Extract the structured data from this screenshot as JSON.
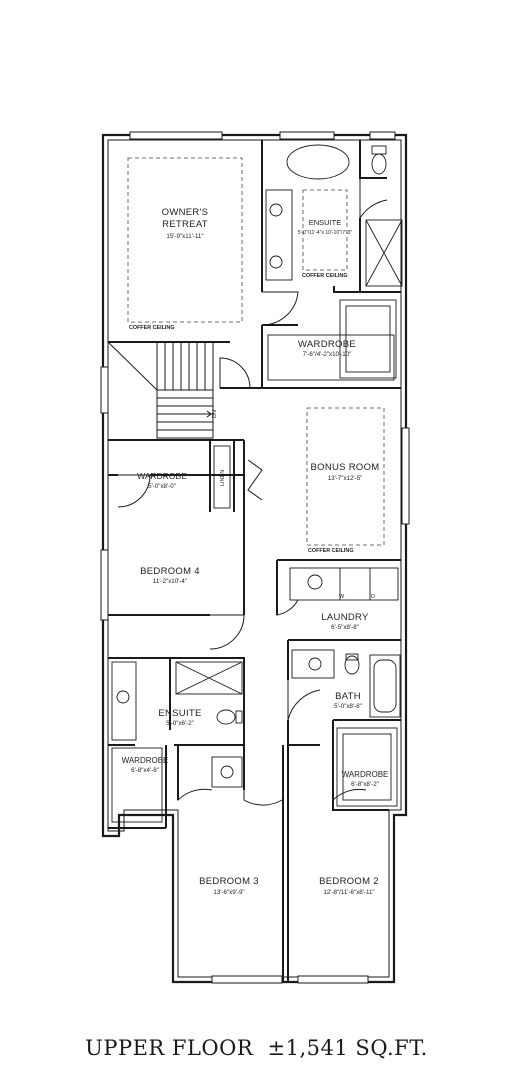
{
  "plan": {
    "caption": {
      "floor": "UPPER FLOOR",
      "area": "±1,541 SQ.FT."
    },
    "rooms": [
      {
        "key": "owners_retreat",
        "name_lines": [
          "OWNER'S",
          "RETREAT"
        ],
        "dims": "15'-9\"x11'-11\""
      },
      {
        "key": "ensuite_owner",
        "name_lines": [
          "ENSUITE"
        ],
        "dims": "5'-0\"/11'-4\"x 10'-10\"/7'-3\""
      },
      {
        "key": "wardrobe_owner",
        "name_lines": [
          "WARDROBE"
        ],
        "dims": "7'-6\"/4'-2\"x10'-10\""
      },
      {
        "key": "bonus_room",
        "name_lines": [
          "BONUS ROOM"
        ],
        "dims": "13'-7\"x12'-5\""
      },
      {
        "key": "wardrobe_bed4",
        "name_lines": [
          "WARDROBE"
        ],
        "dims": "5'-0\"x8'-0\""
      },
      {
        "key": "bedroom_4",
        "name_lines": [
          "BEDROOM 4"
        ],
        "dims": "11'-2\"x10'-4\""
      },
      {
        "key": "laundry",
        "name_lines": [
          "LAUNDRY"
        ],
        "dims": "6'-5\"x8'-8\""
      },
      {
        "key": "bath",
        "name_lines": [
          "BATH"
        ],
        "dims": "5'-0\"x8'-8\""
      },
      {
        "key": "ensuite_bed3",
        "name_lines": [
          "ENSUITE"
        ],
        "dims": "5'-0\"x6'-2\""
      },
      {
        "key": "wardrobe_bed3",
        "name_lines": [
          "WARDROBE"
        ],
        "dims": "6'-8\"x4'-8\""
      },
      {
        "key": "wardrobe_bed2",
        "name_lines": [
          "WARDROBE"
        ],
        "dims": "6'-8\"x8'-2\""
      },
      {
        "key": "bedroom_3",
        "name_lines": [
          "BEDROOM 3"
        ],
        "dims": "13'-6\"x9'-9\""
      },
      {
        "key": "bedroom_2",
        "name_lines": [
          "BEDROOM 2"
        ],
        "dims": "12'-8\"/11'-6\"x8'-11\""
      }
    ],
    "notes": {
      "coffer_owner": "COFFER CEILING",
      "coffer_ensuite": "COFFER CEILING",
      "coffer_bonus": "COFFER CEILING",
      "linen": "LINEN",
      "stair_dn": "DN",
      "washer": "W",
      "dryer": "D"
    },
    "colors": {
      "line": "#1a1a1a",
      "dashed": "#444444",
      "background": "#ffffff"
    }
  }
}
